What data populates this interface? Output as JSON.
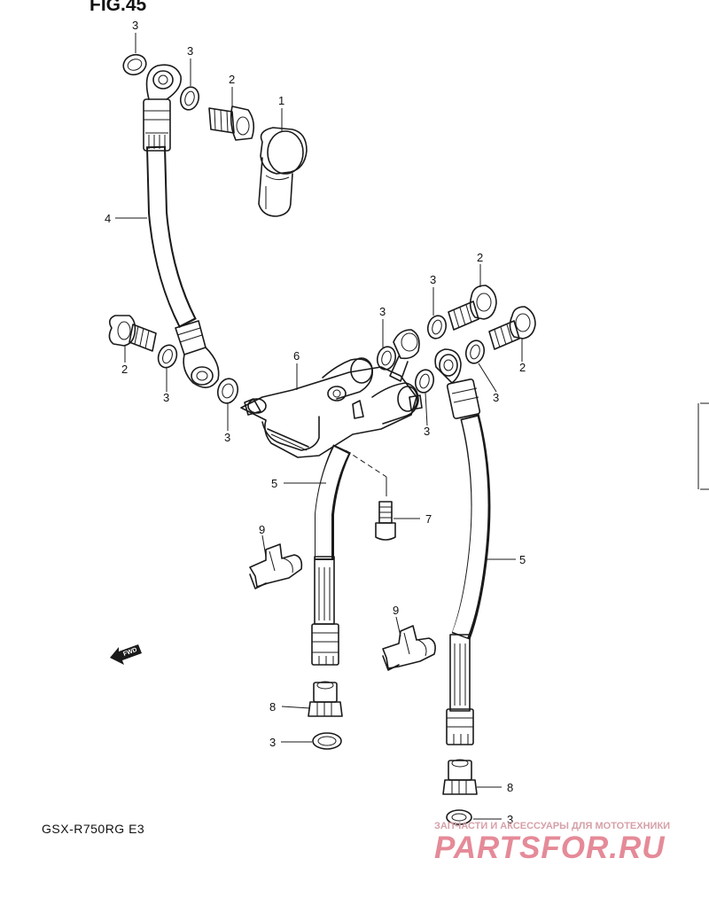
{
  "figure": {
    "title": "FIG.45",
    "model": "GSX-R750RG E3"
  },
  "arrow_label": "FWD",
  "callouts": [
    {
      "id": "c-3a",
      "text": "3"
    },
    {
      "id": "c-3b",
      "text": "3"
    },
    {
      "id": "c-2a",
      "text": "2"
    },
    {
      "id": "c-1",
      "text": "1"
    },
    {
      "id": "c-4",
      "text": "4"
    },
    {
      "id": "c-2b",
      "text": "2"
    },
    {
      "id": "c-3c",
      "text": "3"
    },
    {
      "id": "c-3d",
      "text": "3"
    },
    {
      "id": "c-6",
      "text": "6"
    },
    {
      "id": "c-3e",
      "text": "3"
    },
    {
      "id": "c-3f",
      "text": "3"
    },
    {
      "id": "c-2c",
      "text": "2"
    },
    {
      "id": "c-3g",
      "text": "3"
    },
    {
      "id": "c-2d",
      "text": "2"
    },
    {
      "id": "c-3h",
      "text": "3"
    },
    {
      "id": "c-3i",
      "text": "3"
    },
    {
      "id": "c-5a",
      "text": "5"
    },
    {
      "id": "c-7",
      "text": "7"
    },
    {
      "id": "c-9a",
      "text": "9"
    },
    {
      "id": "c-5b",
      "text": "5"
    },
    {
      "id": "c-9b",
      "text": "9"
    },
    {
      "id": "c-8a",
      "text": "8"
    },
    {
      "id": "c-3j",
      "text": "3"
    },
    {
      "id": "c-8b",
      "text": "8"
    },
    {
      "id": "c-3k",
      "text": "3"
    }
  ],
  "watermark": {
    "tagline": "ЗАПЧАСТИ И АКСЕССУАРЫ ДЛЯ МОТОТЕХНИКИ",
    "brand": "PARTSFOR.RU"
  },
  "colors": {
    "line": "#1a1a1a",
    "watermark": "#e58a98"
  }
}
